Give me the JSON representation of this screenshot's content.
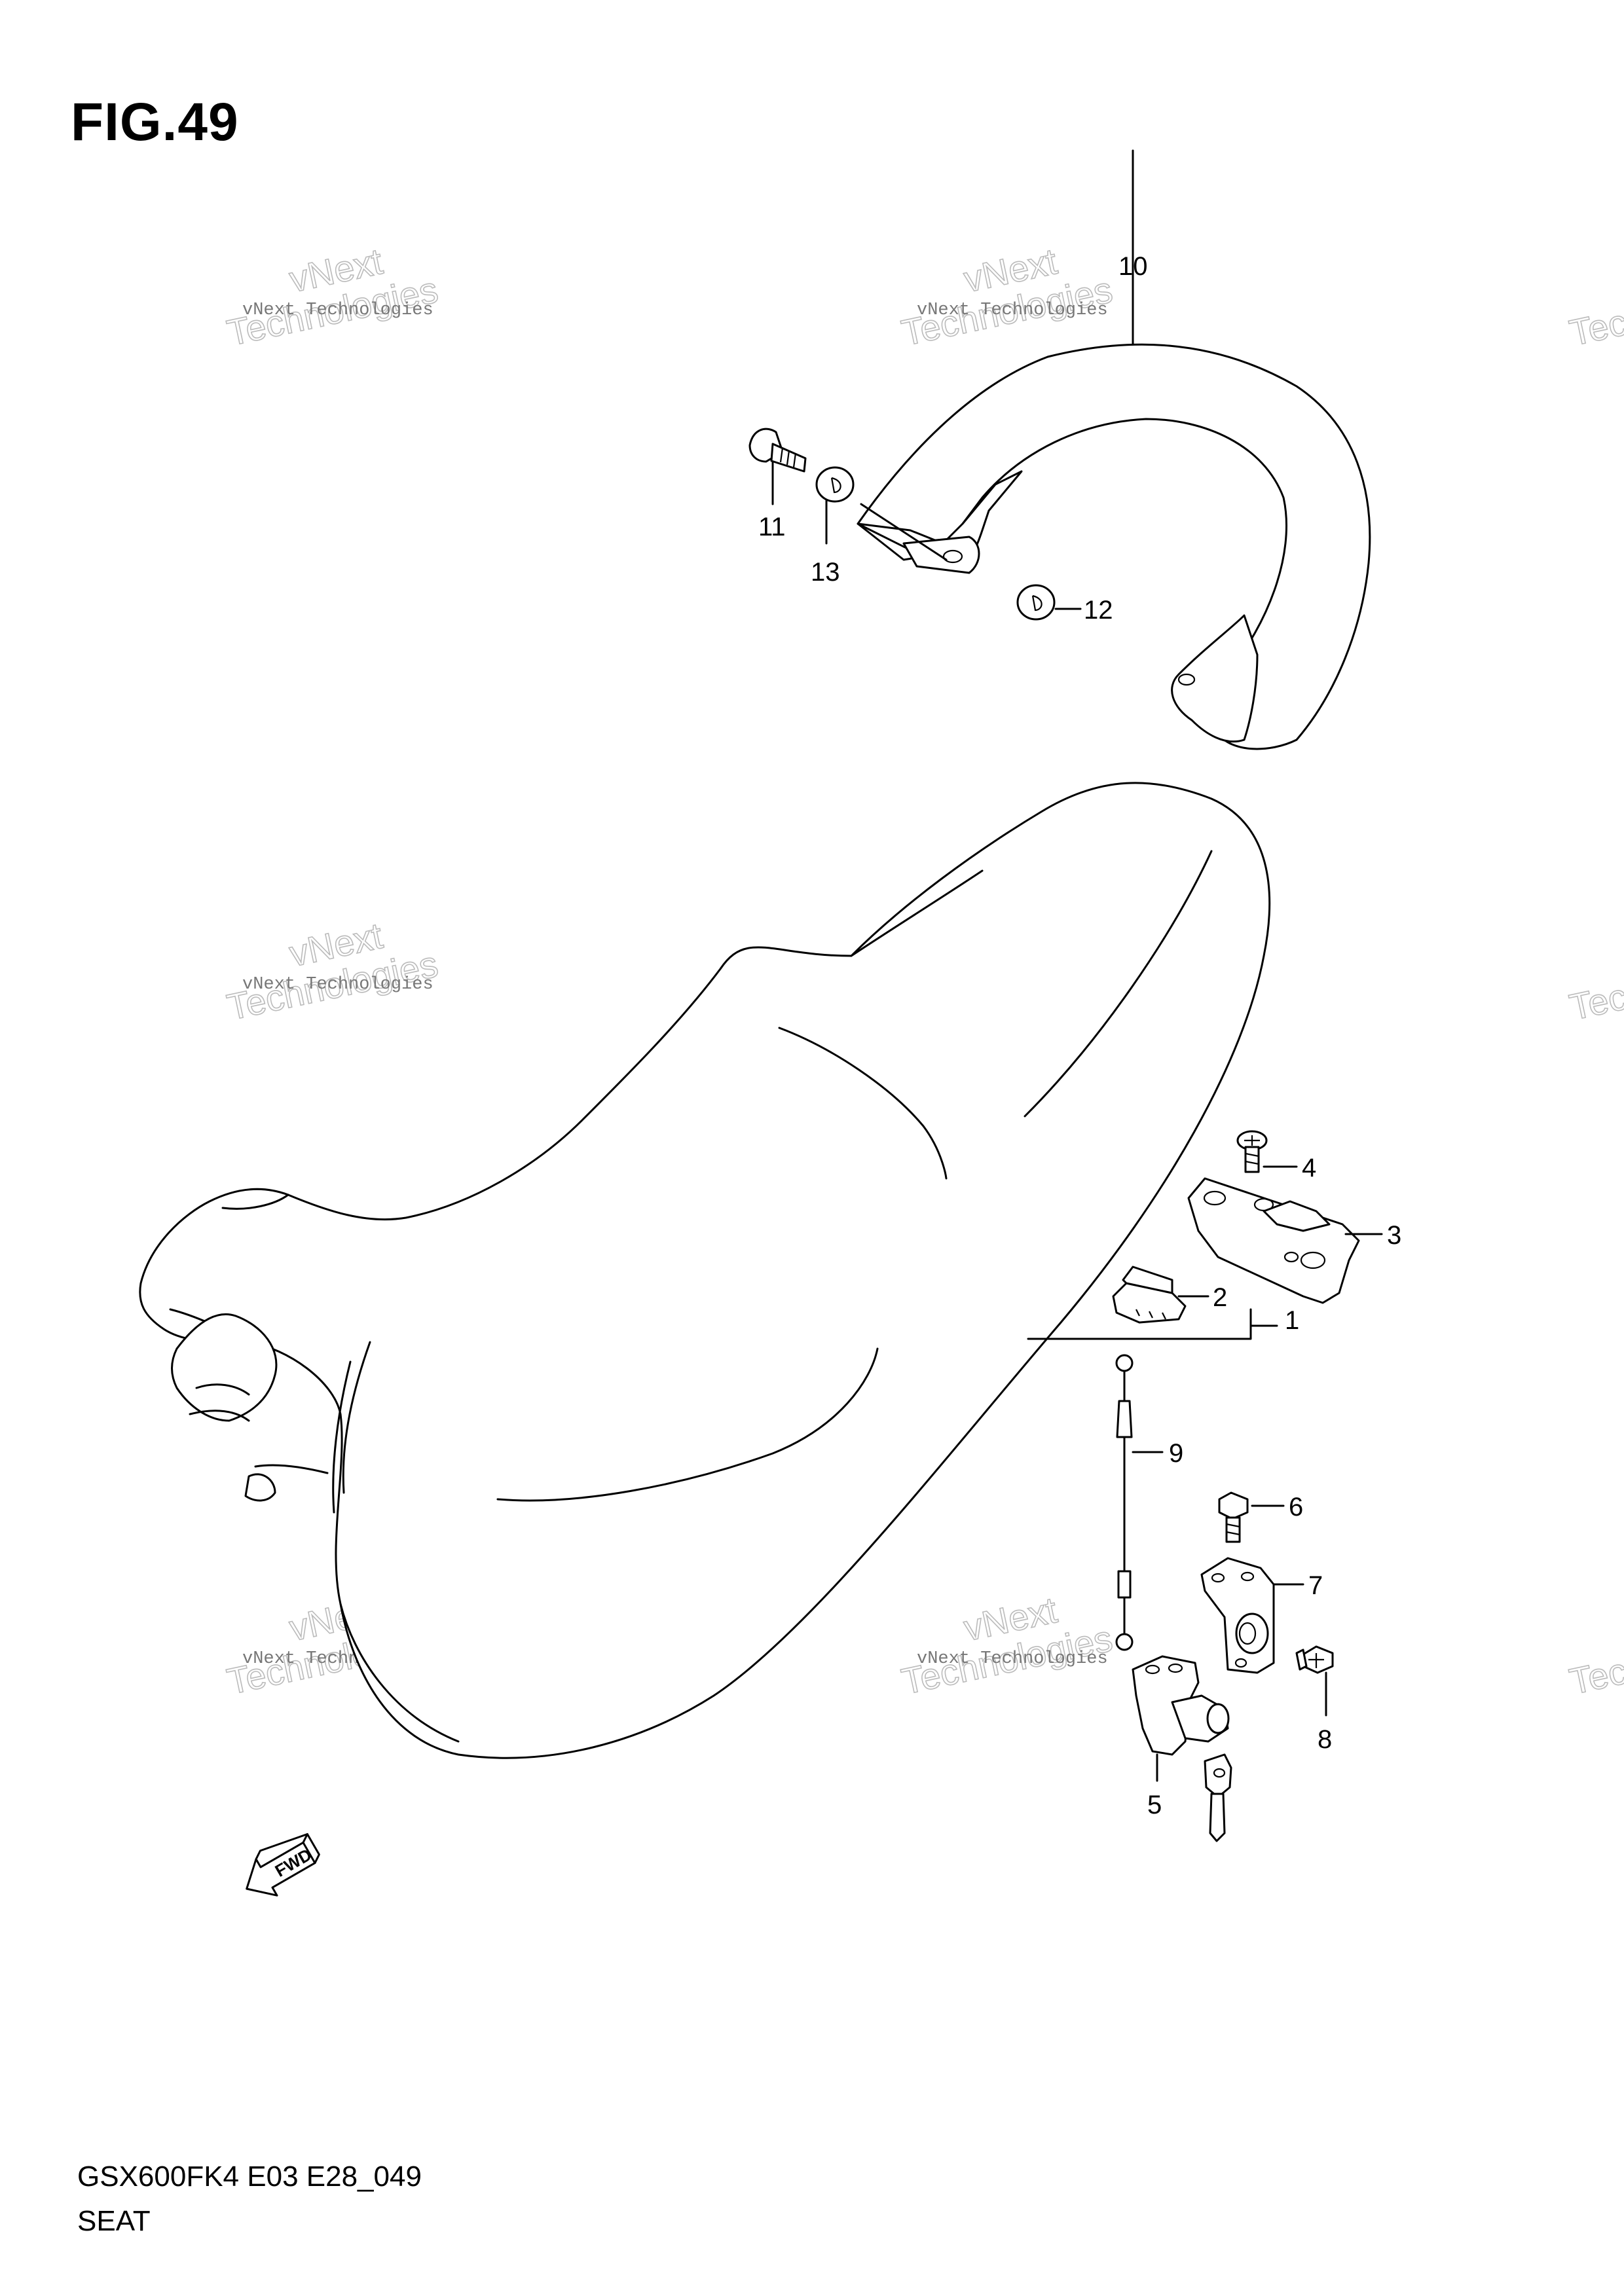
{
  "figure": {
    "title": "FIG.49",
    "model_code": "GSX600FK4 E03 E28_049",
    "assembly_name": "SEAT"
  },
  "watermark": {
    "line1": "vNext Technologies",
    "line2": "vNext",
    "line3": "Technologies"
  },
  "fwd_label": "FWD",
  "callouts": [
    "1",
    "2",
    "3",
    "4",
    "5",
    "6",
    "7",
    "8",
    "9",
    "10",
    "11",
    "12",
    "13"
  ]
}
